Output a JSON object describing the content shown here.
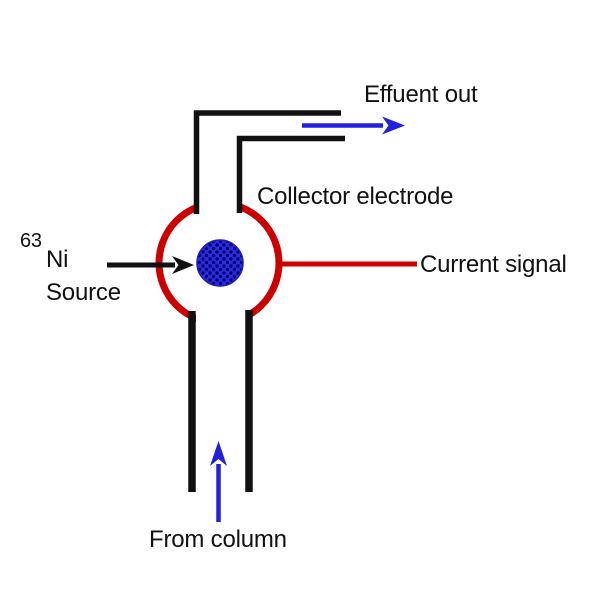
{
  "diagram": {
    "labels": {
      "effluent_out": "Effuent out",
      "collector_electrode": "Collector electrode",
      "current_signal": "Current signal",
      "isotope_mass": "63",
      "isotope_symbol": "Ni",
      "source": "Source",
      "from_column": "From column"
    },
    "icons": [
      {
        "name": "effluent-flow-arrow-icon",
        "glyph": "→",
        "color": "#2020dd"
      },
      {
        "name": "source-pointer-arrow-icon",
        "glyph": "→",
        "color": "#111111"
      },
      {
        "name": "column-flow-arrow-icon",
        "glyph": "↑",
        "color": "#2020dd"
      }
    ],
    "colors": {
      "electrode_red": "#cc0000",
      "flow_blue": "#2020dd",
      "line_black": "#111111",
      "source_fill": "#2e2ed6",
      "source_dot": "#00007e",
      "source_stroke": "#1c1cc0",
      "background": "#ffffff",
      "text": "#111111"
    }
  }
}
